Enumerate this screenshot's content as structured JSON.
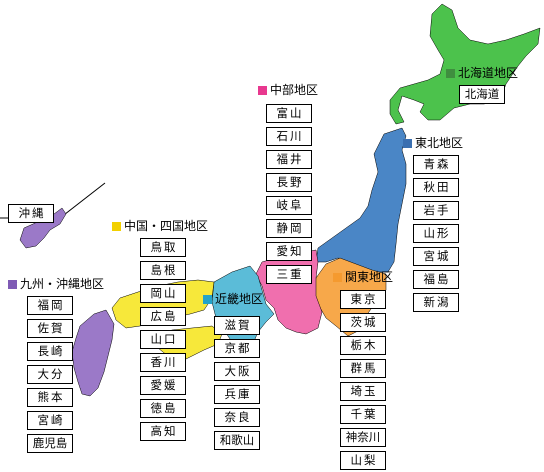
{
  "colors": {
    "hokkaido": "#4cc24c",
    "tohoku": "#4a86c6",
    "kanto": "#f7a84a",
    "chubu": "#f06fae",
    "kinki": "#5bbcd8",
    "chugoku_shikoku": "#f7e83a",
    "kyushu_okinawa": "#9b79c8",
    "outline": "#000000"
  },
  "regions": {
    "hokkaido": {
      "title": "北海道地区",
      "prefs": [
        "北海道"
      ]
    },
    "tohoku": {
      "title": "東北地区",
      "prefs": [
        "青森",
        "秋田",
        "岩手",
        "山形",
        "宮城",
        "福島",
        "新潟"
      ]
    },
    "kanto": {
      "title": "関東地区",
      "prefs": [
        "東京",
        "茨城",
        "栃木",
        "群馬",
        "埼玉",
        "千葉",
        "神奈川",
        "山梨"
      ]
    },
    "chubu": {
      "title": "中部地区",
      "prefs": [
        "富山",
        "石川",
        "福井",
        "長野",
        "岐阜",
        "静岡",
        "愛知",
        "三重"
      ]
    },
    "kinki": {
      "title": "近畿地区",
      "prefs": [
        "滋賀",
        "京都",
        "大阪",
        "兵庫",
        "奈良",
        "和歌山"
      ]
    },
    "chugoku_shikoku": {
      "title": "中国・四国地区",
      "prefs": [
        "鳥取",
        "島根",
        "岡山",
        "広島",
        "山口",
        "香川",
        "愛媛",
        "徳島",
        "高知"
      ]
    },
    "kyushu_okinawa": {
      "title": "九州・沖縄地区",
      "prefs": [
        "福岡",
        "佐賀",
        "長崎",
        "大分",
        "熊本",
        "宮崎",
        "鹿児島"
      ]
    },
    "okinawa_inset": {
      "prefs": [
        "沖縄"
      ]
    }
  }
}
